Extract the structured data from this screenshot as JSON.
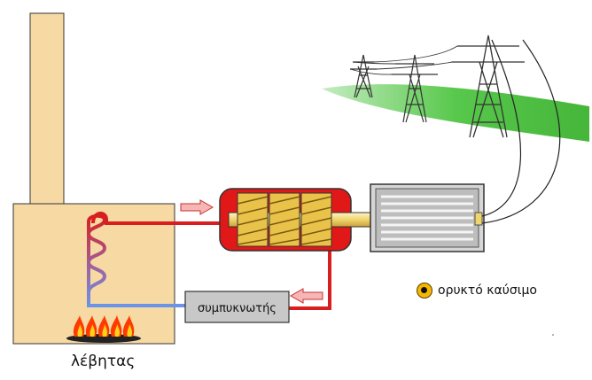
{
  "labels": {
    "boiler": "λέβητας",
    "condenser": "συμπυκνωτής",
    "legend": "ορυκτό καύσιμο"
  },
  "icons": {
    "legend_marker": "fossil-fuel-dot-icon",
    "flames": "flame-icon",
    "arrows": "flow-arrow-icon",
    "towers": "transmission-tower-icon"
  },
  "colors": {
    "building": "#f7d9a3",
    "hot_pipe": "#d81e1e",
    "cold_pipe": "#6b93e8",
    "turbine_body": "#e01818",
    "turbine_blades": "#e9c24a",
    "generator": "#c8c8c8",
    "grass": "#58c84c",
    "fuel_marker": "#f5b800"
  }
}
